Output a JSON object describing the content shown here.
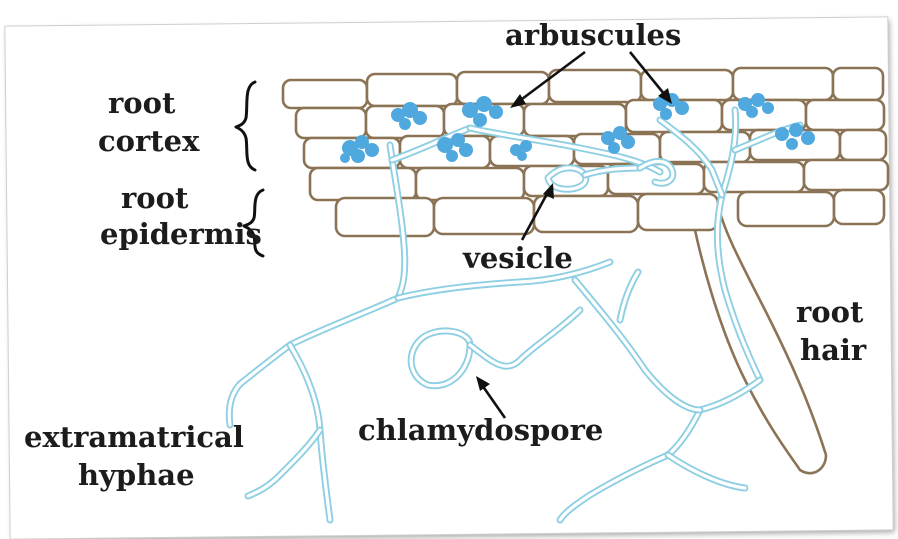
{
  "labels": {
    "arbuscules": "arbuscules",
    "root": "root",
    "cortex": "cortex",
    "epidermis": "epidermis",
    "vesicle": "vesicle",
    "hair": "hair",
    "chlamydospore": "chlamydospore",
    "extramatrical": "extramatrical",
    "hyphae": "hyphae"
  },
  "colors": {
    "cell_wall": "#8b7355",
    "hyphae": "#8fcfe3",
    "arbuscules": "#4fa8de",
    "text": "#1c1c1c"
  }
}
